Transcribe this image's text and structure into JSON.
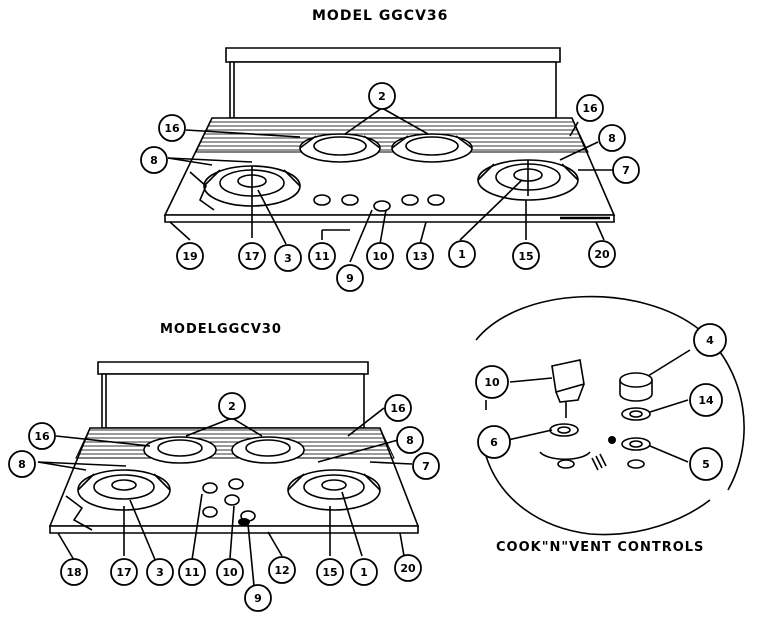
{
  "titles": {
    "model_top": "MODEL GGCV36",
    "model_bottom": "MODELGGCV30",
    "controls": "COOK\"N\"VENT CONTROLS"
  },
  "callouts_top": [
    "16",
    "8",
    "2",
    "16",
    "8",
    "7",
    "19",
    "17",
    "3",
    "11",
    "9",
    "10",
    "13",
    "1",
    "15",
    "20"
  ],
  "callouts_bottom": [
    "16",
    "8",
    "2",
    "16",
    "8",
    "7",
    "18",
    "17",
    "3",
    "11",
    "10",
    "9",
    "12",
    "15",
    "1",
    "20"
  ],
  "callouts_controls": [
    "10",
    "6",
    "4",
    "14",
    "5"
  ]
}
